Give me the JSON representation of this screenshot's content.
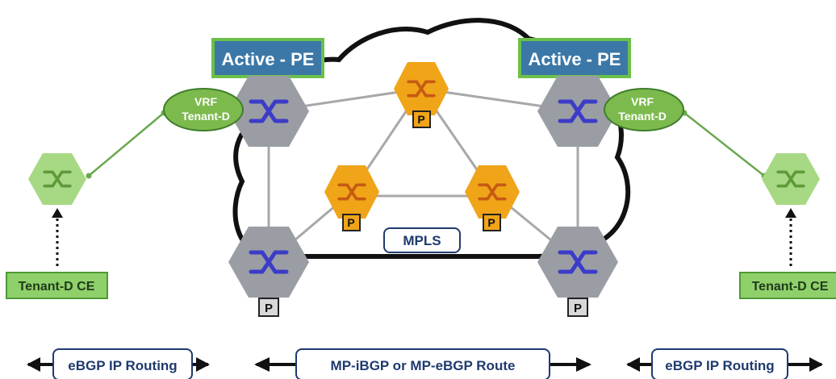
{
  "labels": {
    "pe_left": "Active - PE",
    "pe_right": "Active - PE",
    "vrf_left_line1": "VRF",
    "vrf_left_line2": "Tenant-D",
    "vrf_right_line1": "VRF",
    "vrf_right_line2": "Tenant-D",
    "ce_left": "Tenant-D CE",
    "ce_right": "Tenant-D CE",
    "mpls": "MPLS",
    "p_badge": "P"
  },
  "routing": {
    "left": "eBGP IP Routing",
    "center": "MP-iBGP or MP-eBGP Route",
    "right": "eBGP IP Routing"
  },
  "colors": {
    "pe_label_bg": "#3b78a8",
    "pe_label_border": "#6cc04a",
    "gray_router": "#9a9ea4",
    "gray_router_arrows": "#3c3cc8",
    "orange_router": "#f0a418",
    "orange_router_arrows": "#c65a12",
    "green_router": "#a7d984",
    "green_router_arrows": "#5f9a3a",
    "vrf_fill": "#7cba4e",
    "vrf_border": "#3f7d2a",
    "ce_fill": "#8fd06a",
    "ce_border": "#4e9a34",
    "routing_border": "#1f3a6e",
    "mesh_line": "#a8a8a8",
    "cloud_outline": "#111111"
  },
  "icons": {
    "router_gray": "router-switch-icon",
    "router_orange": "router-switch-icon",
    "router_green": "router-switch-icon",
    "left_right_arrow": "double-arrow-icon"
  }
}
